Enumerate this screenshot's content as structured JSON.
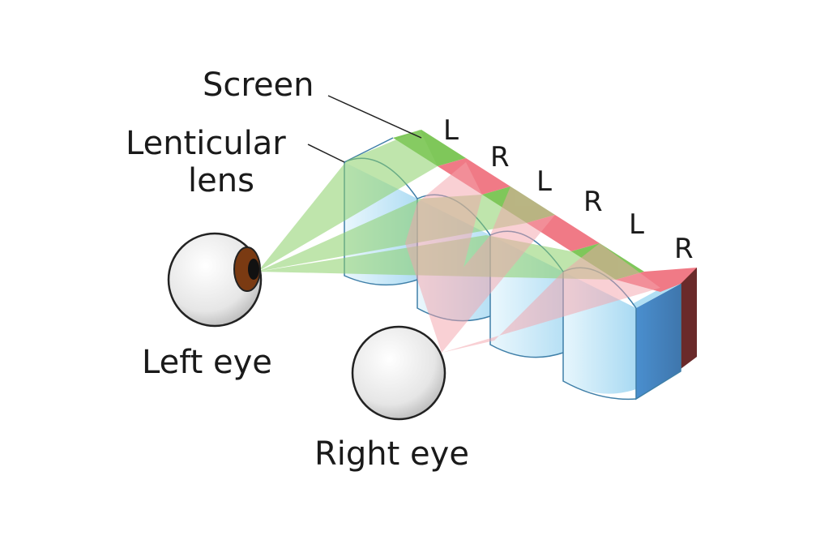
{
  "labels": {
    "screen": "Screen",
    "lenticular_line1": "Lenticular",
    "lenticular_line2": "lens",
    "left_eye": "Left eye",
    "right_eye": "Right eye"
  },
  "strips": [
    "L",
    "R",
    "L",
    "R",
    "L",
    "R"
  ],
  "colors": {
    "left_strip": "#7fc75a",
    "right_strip": "#f07a86",
    "left_beam": "#8cd06a",
    "right_beam": "#f4a3ab",
    "lens": "#9fd8f2",
    "lens_edge": "#3f7fa8",
    "screen_side": "#6a2a2a",
    "iris": "#7a3a12"
  },
  "icons": [
    "eyeball-icon",
    "eyeball-icon"
  ]
}
